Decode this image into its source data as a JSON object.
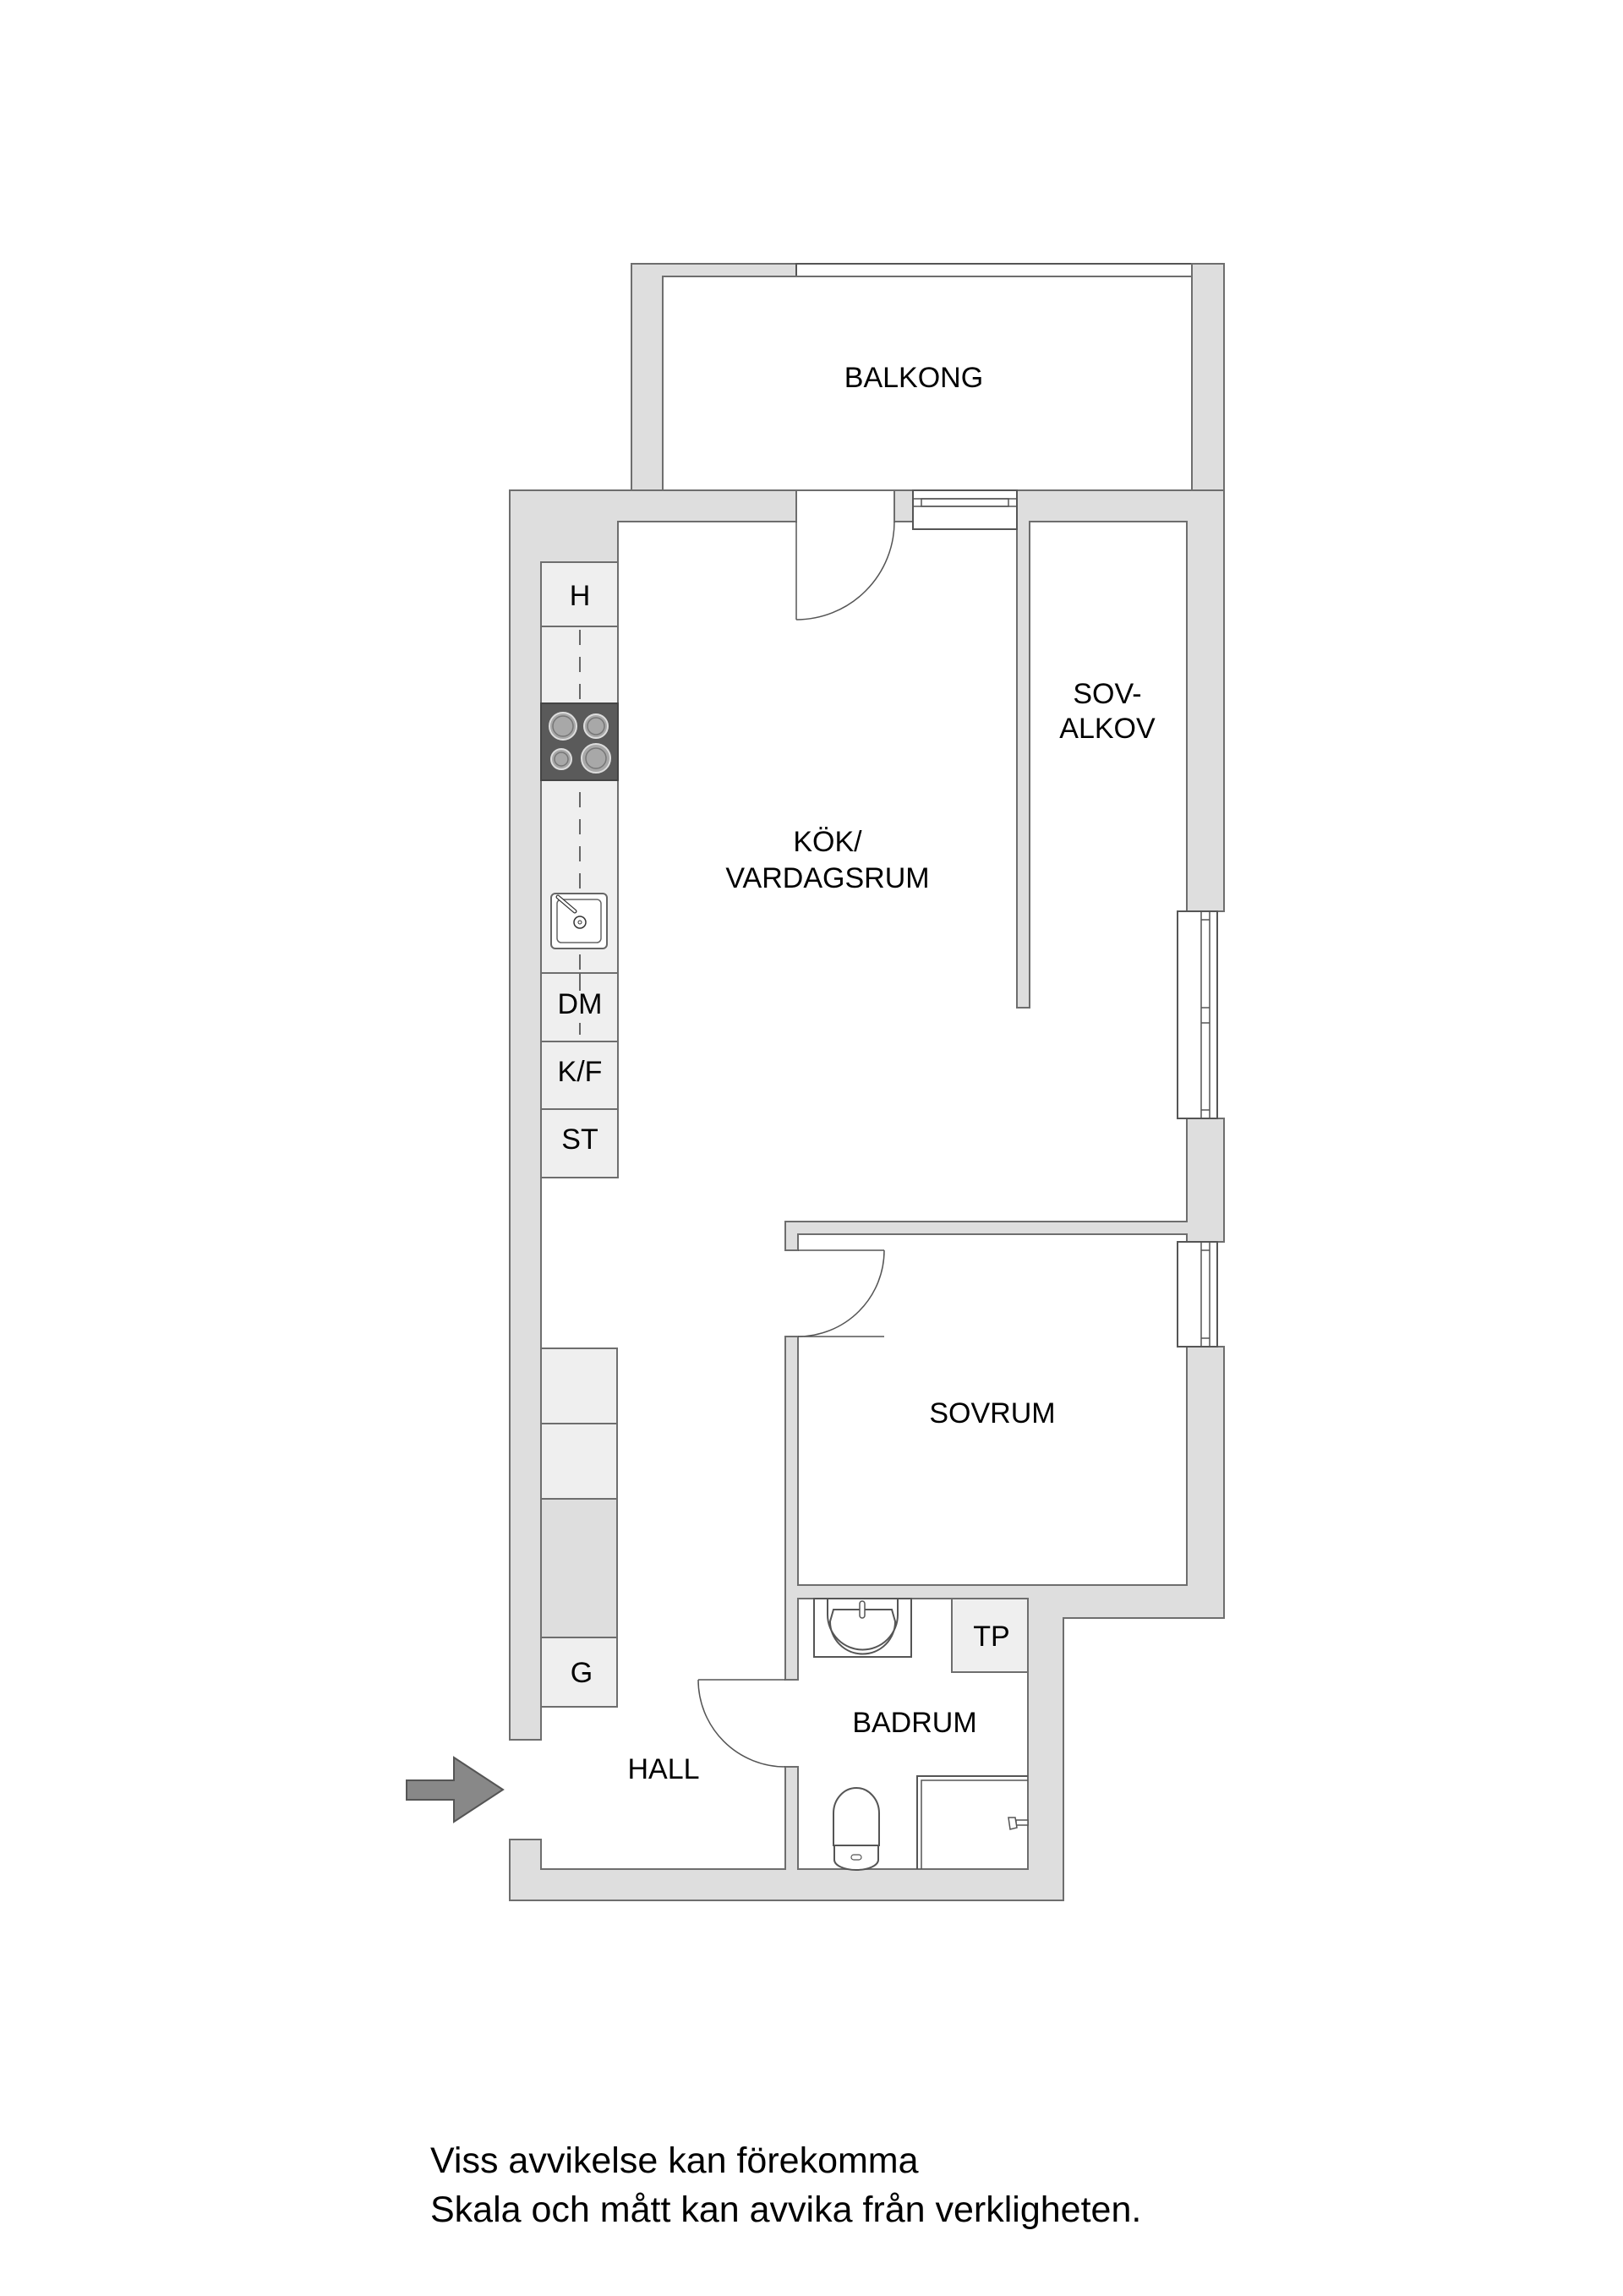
{
  "rooms": {
    "balcony": "BALKONG",
    "sleeping_alcove_line1": "SOV-",
    "sleeping_alcove_line2": "ALKOV",
    "kitchen_living_line1": "KÖK/",
    "kitchen_living_line2": "VARDAGSRUM",
    "bedroom": "SOVRUM",
    "bathroom": "BADRUM",
    "hall": "HALL"
  },
  "appliances": {
    "hood": "H",
    "dishwasher": "DM",
    "fridge_freezer": "K/F",
    "storage": "ST",
    "wardrobe": "G",
    "washer_dryer": "TP"
  },
  "icons": {
    "entrance": "entrance-arrow-icon",
    "stove": "stove-icon",
    "kitchen_sink": "kitchen-sink-icon",
    "washbasin": "washbasin-icon",
    "toilet": "toilet-icon",
    "shower": "shower-icon",
    "door": "door-swing-icon",
    "window": "window-icon"
  },
  "colors": {
    "wall": "#dedede",
    "cabinet": "#efefef",
    "stove": "#5a5a5a",
    "arrow": "#888888",
    "outline": "#6e6e6e"
  },
  "footer": {
    "line1": "Viss avvikelse kan förekomma",
    "line2": "Skala och mått kan avvika från verkligheten."
  }
}
